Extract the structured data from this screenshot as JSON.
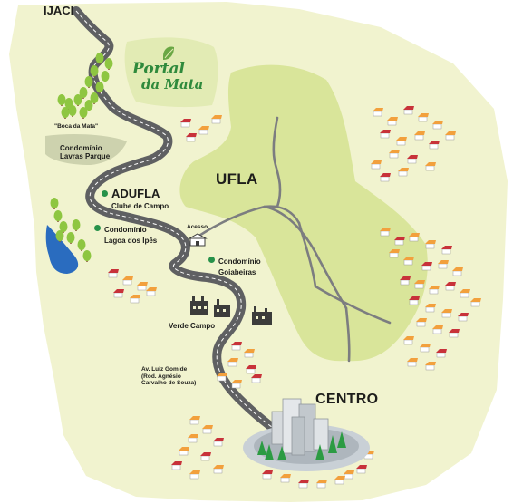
{
  "labels": {
    "ijaci": "IJACI",
    "boca_da_mata": "\"Boca da Mata\"",
    "cond_lavras_parque_1": "Condomínio",
    "cond_lavras_parque_2": "Lavras Parque",
    "adufla": "ADUFLA",
    "adufla_sub": "Clube de Campo",
    "lagoa_1": "Condomínio",
    "lagoa_2": "Lagoa dos Ipês",
    "ufla": "UFLA",
    "acesso": "Acesso",
    "goiabeiras_1": "Condomínio",
    "goiabeiras_2": "Goiabeiras",
    "verde_campo": "Verde Campo",
    "av_1": "Av. Luiz Gomide",
    "av_2": "(Rod. Agnésio",
    "av_3": "Carvalho de Souza)",
    "centro": "CENTRO"
  },
  "logo": {
    "line1": "Portal",
    "line2": "da Mata"
  },
  "colors": {
    "land": "#f1f3cf",
    "ufla_area": "#d9e59a",
    "logo_area": "#e2ebb4",
    "road": "#5f6062",
    "road_line": "#ffffff",
    "secondary_road": "#7c7d80",
    "lake": "#2a6cbf",
    "tree": "#8ec641",
    "trunk": "#8c6239",
    "pin": "#27924a",
    "house_roof_red": "#c8323a",
    "house_roof_orange": "#f2a03d",
    "house_wall": "#ffffff",
    "factory": "#3c3c3b"
  }
}
